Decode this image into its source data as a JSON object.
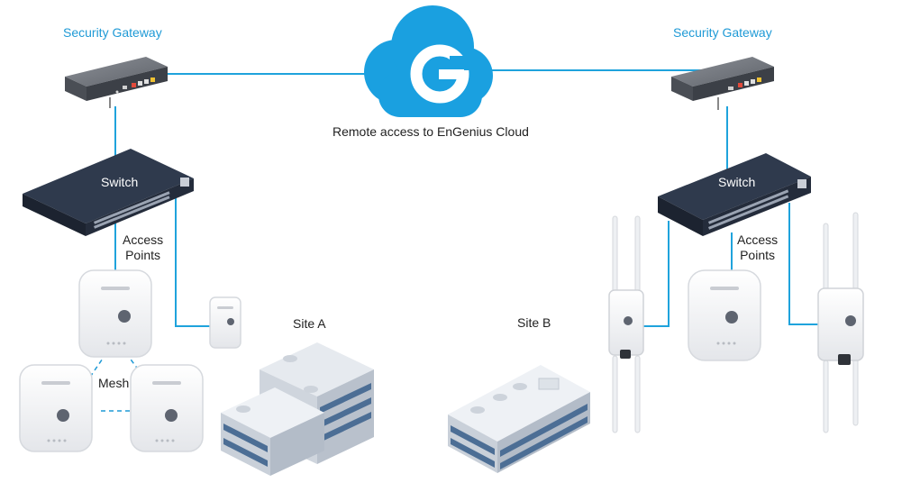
{
  "colors": {
    "link": "#1fa3dc",
    "cloud": "#1aa0e0",
    "label_blue": "#1f9ad6",
    "switch_body": "#2a3344",
    "gateway_body": "#6f737a"
  },
  "icons": {
    "cloud": "cloud-icon",
    "logo": "engenius-g-logo",
    "gateway": "security-gateway-icon",
    "switch": "network-switch-icon",
    "ceiling_ap": "ceiling-access-point-icon",
    "outdoor_ap": "outdoor-access-point-icon",
    "building": "office-building-icon"
  },
  "cloud": {
    "label": "Remote access to EnGenius Cloud"
  },
  "site_a": {
    "gateway_label": "Security Gateway",
    "switch_label": "Switch",
    "ap_label_line1": "Access",
    "ap_label_line2": "Points",
    "mesh_label": "Mesh",
    "site_label": "Site A"
  },
  "site_b": {
    "gateway_label": "Security Gateway",
    "switch_label": "Switch",
    "ap_label_line1": "Access",
    "ap_label_line2": "Points",
    "site_label": "Site B"
  }
}
